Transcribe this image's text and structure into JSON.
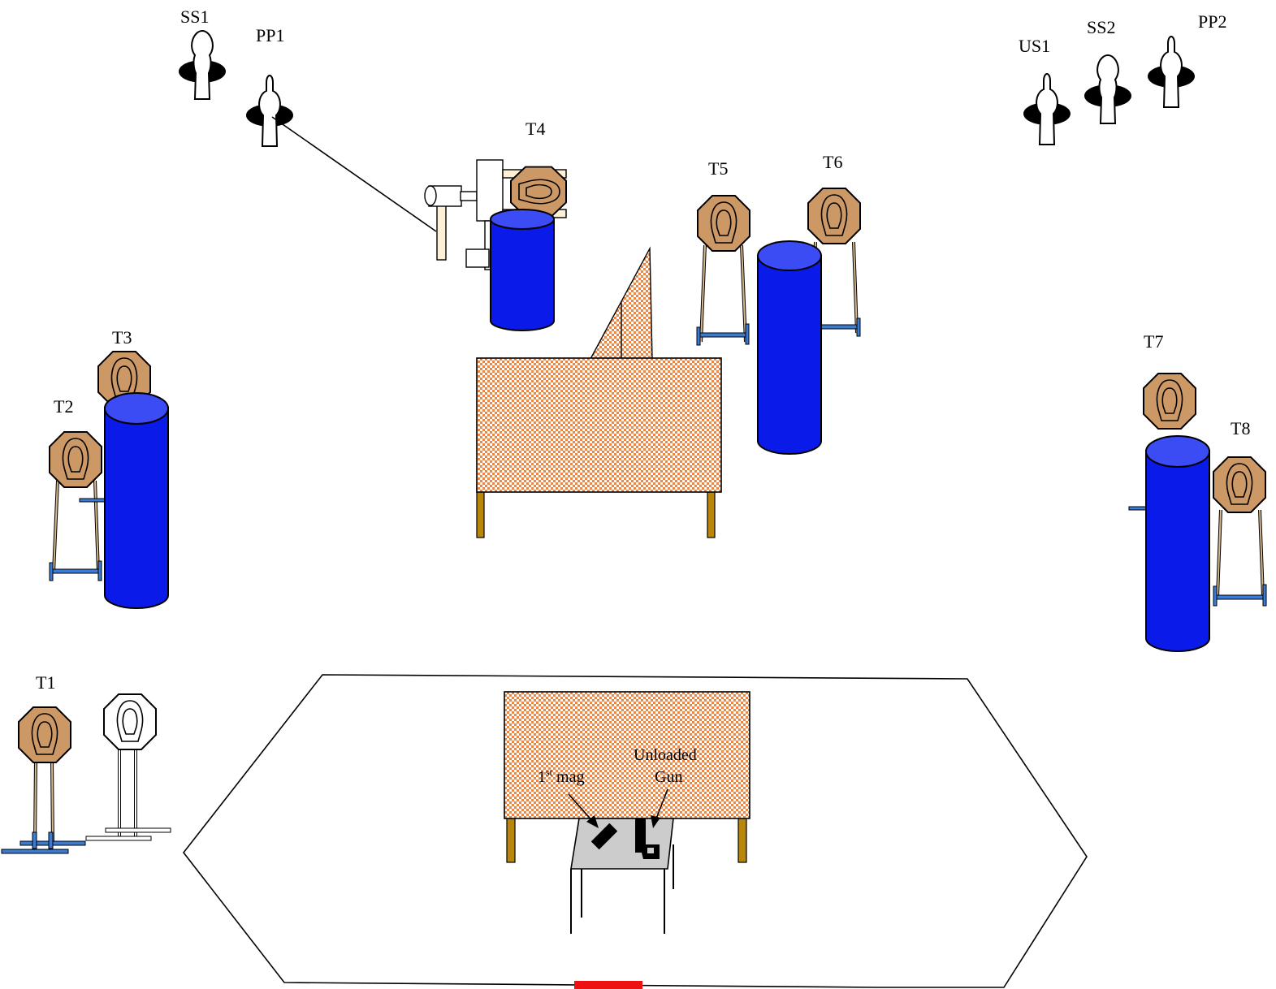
{
  "labels": {
    "ss1": "SS1",
    "pp1": "PP1",
    "us1": "US1",
    "ss2": "SS2",
    "pp2": "PP2",
    "t1": "T1",
    "t2": "T2",
    "t3": "T3",
    "t4": "T4",
    "t5": "T5",
    "t6": "T6",
    "t7": "T7",
    "t8": "T8",
    "first_mag_num": "1",
    "first_mag_sup": "st",
    "first_mag_rest": " mag",
    "unloaded": "Unloaded",
    "gun": "Gun"
  },
  "colors": {
    "barrel": "#0a1ae8",
    "barrel_top": "#3c4cf5",
    "target_fill": "#cc9966",
    "wall_orange": "#f0a070",
    "leg": "#b8860b",
    "table_top": "#cccccc",
    "base_blue": "#3a7bd5",
    "start_marker": "#ee1111"
  }
}
